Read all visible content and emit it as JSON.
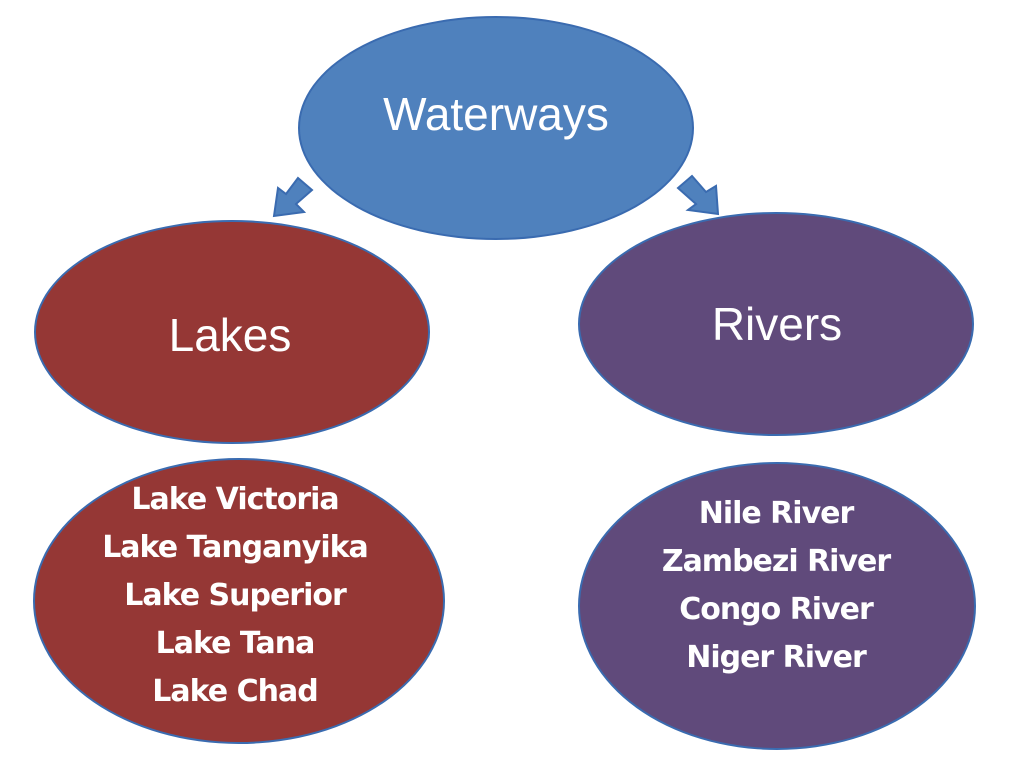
{
  "root": {
    "label": "Waterways"
  },
  "branches": [
    {
      "label": "Lakes",
      "color": "#953735",
      "items": [
        "Lake Victoria",
        "Lake Tanganyika",
        "Lake Superior",
        "Lake Tana",
        "Lake Chad"
      ]
    },
    {
      "label": "Rivers",
      "color": "#604a7b",
      "items": [
        "Nile River",
        "Zambezi River",
        "Congo River",
        "Niger River"
      ]
    }
  ],
  "colors": {
    "root": "#4f81bd",
    "outline": "#3a6bb0"
  }
}
